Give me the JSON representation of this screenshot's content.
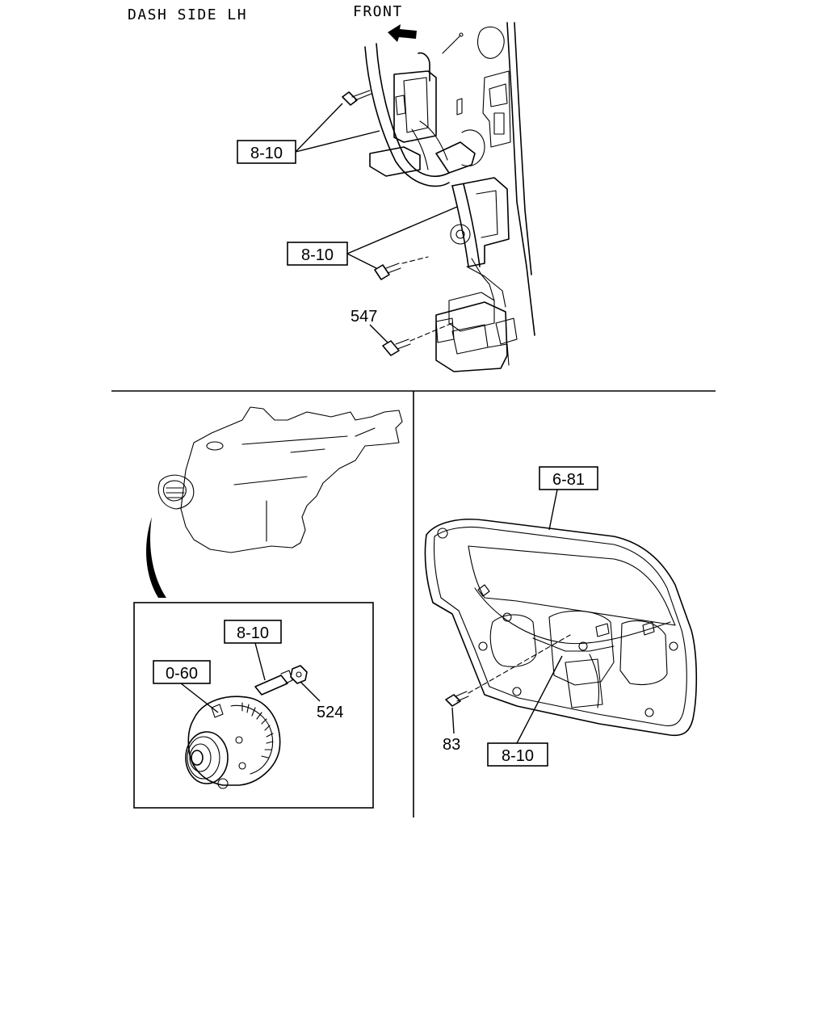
{
  "top_panel": {
    "title": "DASH SIDE LH",
    "direction_label": "FRONT",
    "callouts": {
      "upper_8_10": "8-10",
      "lower_8_10": "8-10",
      "screw_547": "547"
    }
  },
  "alternator_panel": {
    "callouts": {
      "bolt_8_10": "8-10",
      "alternator_0_60": "0-60",
      "nut_524": "524"
    }
  },
  "liftgate_panel": {
    "callouts": {
      "liftgate_6_81": "6-81",
      "screw_83": "83",
      "harness_8_10": "8-10"
    }
  }
}
